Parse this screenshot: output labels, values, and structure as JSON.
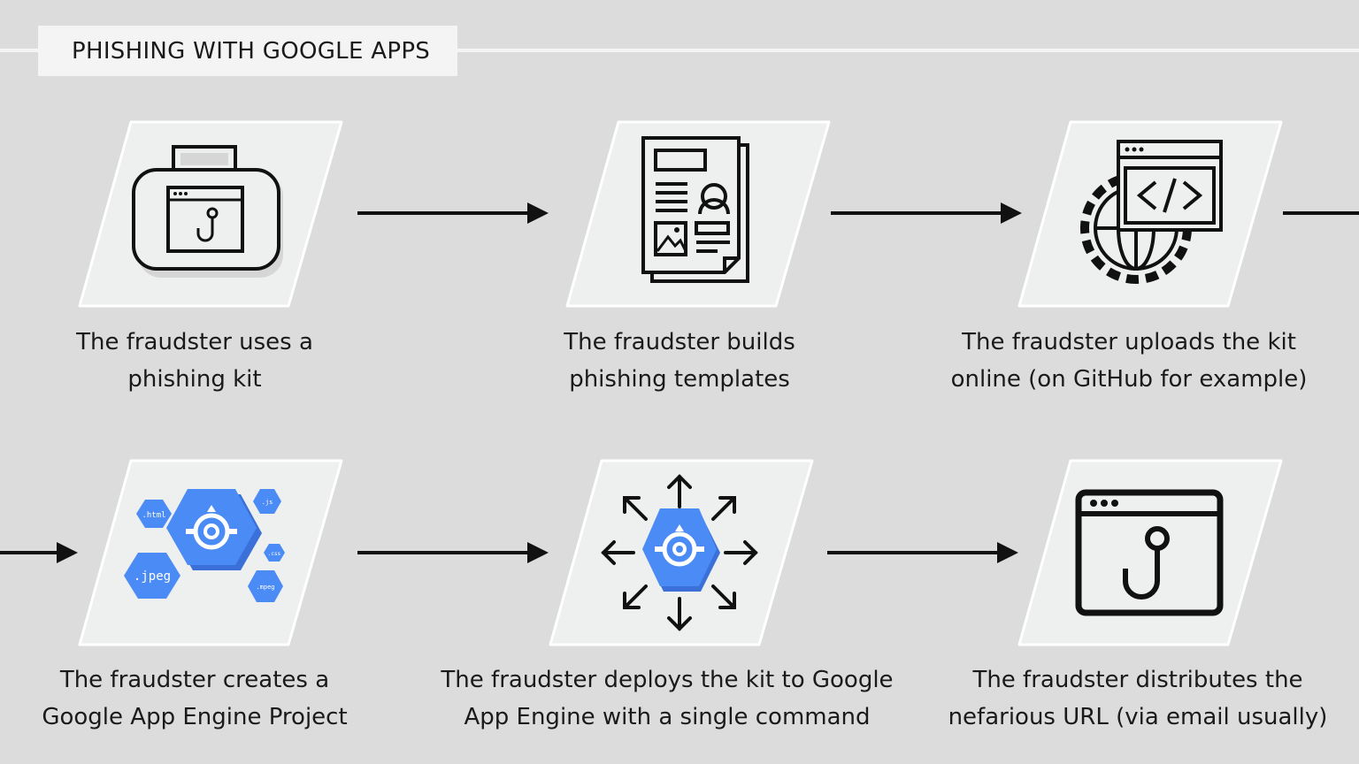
{
  "title": "PHISHING WITH GOOGLE APPS",
  "steps": [
    {
      "line1": "The fraudster uses a",
      "line2": "phishing kit",
      "icon": "toolbox-hook-icon"
    },
    {
      "line1": "The fraudster builds",
      "line2": "phishing templates",
      "icon": "document-template-icon"
    },
    {
      "line1": "The fraudster uploads the kit",
      "line2": "online (on GitHub for example)",
      "icon": "globe-code-icon"
    },
    {
      "line1": "The fraudster creates a",
      "line2": "Google App Engine Project",
      "icon": "app-engine-files-icon"
    },
    {
      "line1": "The fraudster deploys the kit to Google",
      "line2": "App Engine with a single command",
      "icon": "app-engine-deploy-icon"
    },
    {
      "line1": "The fraudster distributes  the",
      "line2": "nefarious URL (via email usually)",
      "icon": "browser-hook-icon"
    }
  ],
  "file_labels": {
    "html": ".html",
    "js": ".js",
    "jpeg": ".jpeg",
    "css": ".css",
    "mpeg": ".mpeg"
  },
  "colors": {
    "background": "#dcdcdc",
    "card": "#eef0f0",
    "accent_blue": "#4b8bf5",
    "ink": "#111111"
  }
}
